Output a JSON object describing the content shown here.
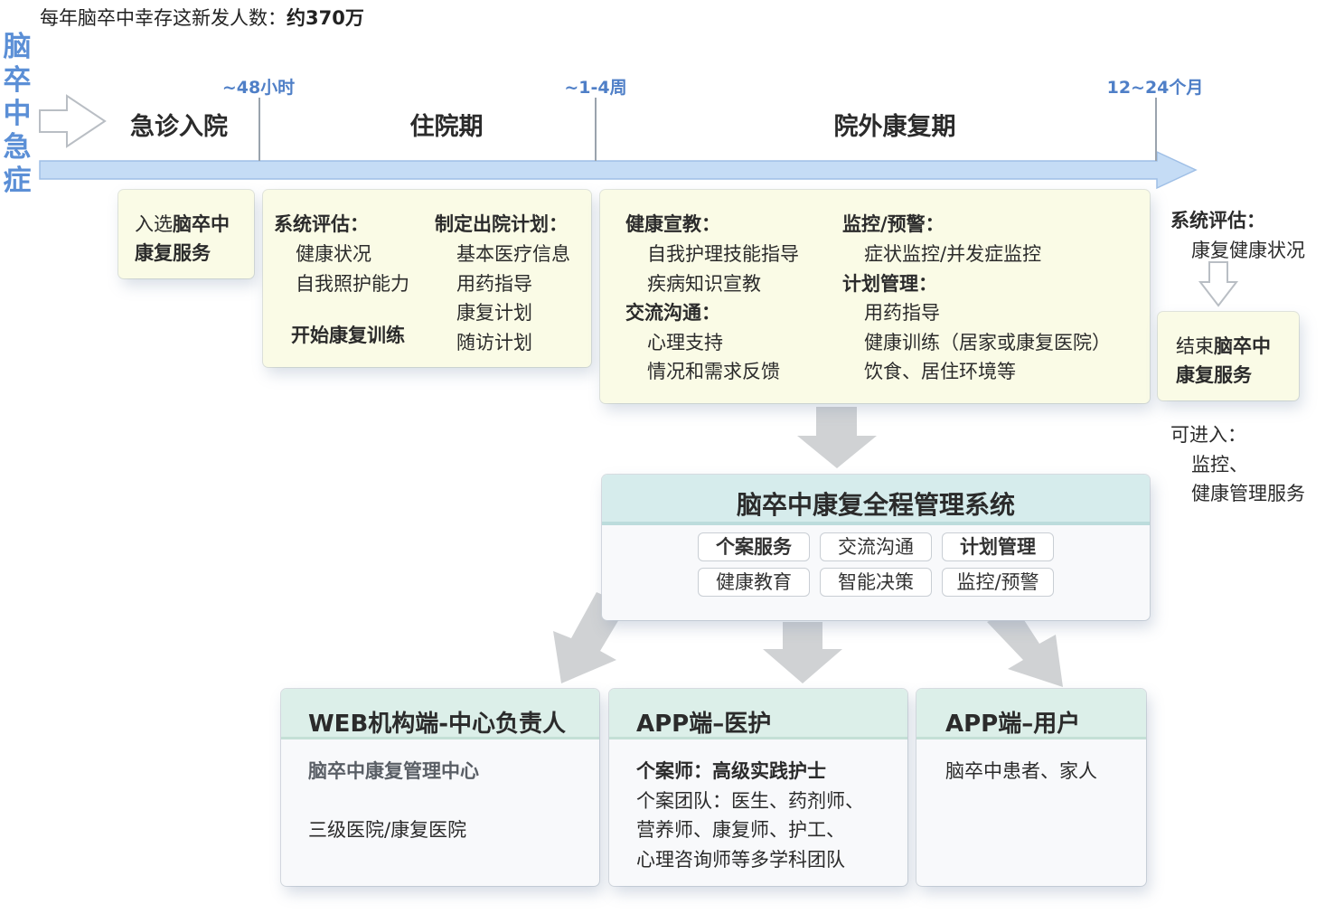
{
  "caption": {
    "prefix": "每年脑卒中幸存这新发人数：",
    "value": "约370万"
  },
  "vertical_title": [
    "脑",
    "卒",
    "中",
    "急",
    "症"
  ],
  "timeline": {
    "phases": [
      "急诊入院",
      "住院期",
      "院外康复期"
    ],
    "time_marks": [
      "~48小时",
      "~1-4周",
      "12~24个月"
    ]
  },
  "card_admit": {
    "prefix": "入选",
    "bold1": "脑卒中",
    "line2": "康复服务"
  },
  "card_inpatient": {
    "left_head": "系统评估：",
    "left_items": [
      "健康状况",
      "自我照护能力"
    ],
    "left_result": "开始康复训练",
    "right_head": "制定出院计划：",
    "right_items": [
      "基本医疗信息",
      "用药指导",
      "康复计划",
      "随访计划"
    ]
  },
  "card_outpatient": {
    "col1": [
      {
        "text": "健康宣教：",
        "head": true
      },
      {
        "text": "自我护理技能指导",
        "head": false
      },
      {
        "text": "疾病知识宣教",
        "head": false
      },
      {
        "text": "交流沟通：",
        "head": true
      },
      {
        "text": "心理支持",
        "head": false
      },
      {
        "text": "情况和需求反馈",
        "head": false
      }
    ],
    "col2": [
      {
        "text": "监控/预警：",
        "head": true
      },
      {
        "text": "症状监控/并发症监控",
        "head": false
      },
      {
        "text": "计划管理：",
        "head": true
      },
      {
        "text": "用药指导",
        "head": false
      },
      {
        "text": "健康训练（居家或康复医院）",
        "head": false
      },
      {
        "text": "饮食、居住环境等",
        "head": false
      }
    ]
  },
  "end_section": {
    "eval_head": "系统评估：",
    "eval_item": "康复健康状况",
    "end_prefix": "结束",
    "end_bold": "脑卒中",
    "end_line2": "康复服务",
    "after_head": "可进入：",
    "after_items": [
      "监控、",
      "健康管理服务"
    ]
  },
  "system": {
    "title": "脑卒中康复全程管理系统",
    "modules": [
      {
        "label": "个案服务",
        "bold": true
      },
      {
        "label": "交流沟通",
        "bold": false
      },
      {
        "label": "计划管理",
        "bold": true
      },
      {
        "label": "健康教育",
        "bold": false
      },
      {
        "label": "智能决策",
        "bold": false
      },
      {
        "label": "监控/预警",
        "bold": false
      }
    ]
  },
  "clients": {
    "web": {
      "title": "WEB机构端-中心负责人",
      "lines": [
        "脑卒中康复管理中心",
        "三级医院/康复医院"
      ]
    },
    "app_medical": {
      "title": "APP端–医护",
      "lead": "个案师：高级实践护士",
      "lines": [
        "个案团队：医生、药剂师、",
        "营养师、康复师、护工、",
        "心理咨询师等多学科团队"
      ]
    },
    "app_user": {
      "title": "APP端–用户",
      "lines": [
        "脑卒中患者、家人"
      ]
    }
  },
  "colors": {
    "timeline": "#c5dcf5",
    "accent_blue": "#4f7fc7",
    "card_bg": "#fafbe6",
    "system_head": "#d6ecec",
    "client_head": "#dcefe9"
  }
}
